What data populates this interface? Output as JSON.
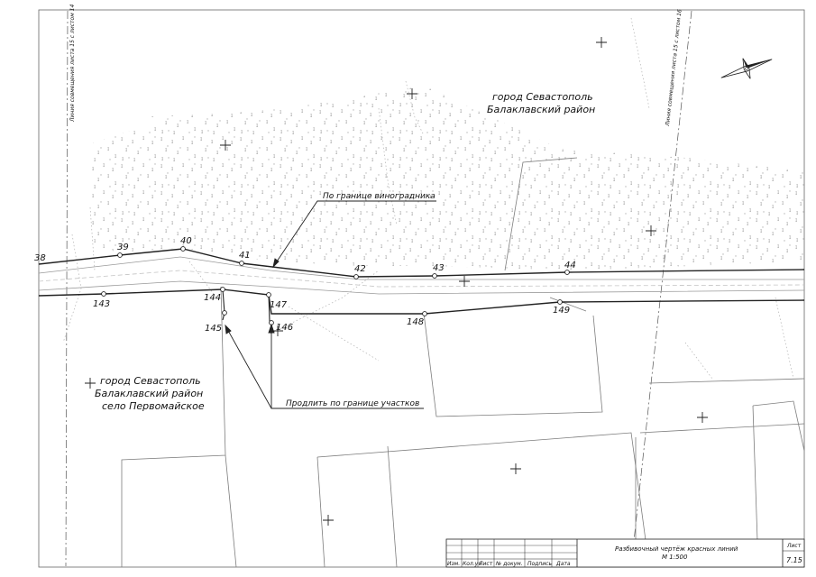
{
  "regions": {
    "north_line1": "город Севастополь",
    "north_line2": "Балаклавский район",
    "south_line1": "город Севастополь",
    "south_line2": "Балаклавский район",
    "south_line3": "село Первомайское"
  },
  "callouts": {
    "vineyard": "По границе виноградника",
    "extend": "Продлить по границе участков"
  },
  "sheet_edges": {
    "left": "Линия совмещения листа 15 с листом 14",
    "right": "Линия совмещения листа 15 с листом 16"
  },
  "points_north": [
    "38",
    "39",
    "40",
    "41",
    "42",
    "43",
    "44"
  ],
  "points_south": [
    "143",
    "144",
    "145",
    "147",
    "146",
    "148",
    "149"
  ],
  "title_block": {
    "headers": [
      "Изм.",
      "Кол.уч",
      "Лист",
      "№ докум.",
      "Подпись",
      "Дата"
    ],
    "title": "Разбивочный чертёж красных линий",
    "scale": "М 1:500",
    "sheet_label": "Лист",
    "sheet_number": "7.15"
  }
}
